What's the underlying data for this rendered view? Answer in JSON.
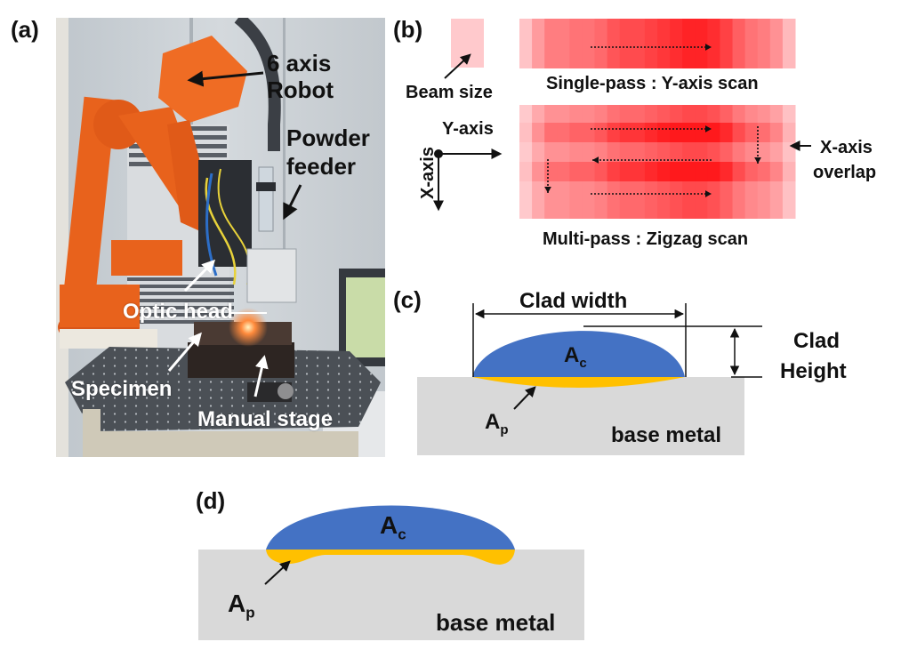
{
  "figure": {
    "panels": {
      "a": {
        "label": "(a)",
        "type": "photograph",
        "description": "Laser cladding setup with robot",
        "annotations": {
          "robot": "6 axis",
          "robot_line2": "Robot",
          "powder": "Powder",
          "powder_line2": "feeder",
          "optic_head": "Optic head",
          "specimen": "Specimen",
          "manual_stage": "Manual stage"
        }
      },
      "b": {
        "label": "(b)",
        "beam_size": "Beam size",
        "single_pass_caption": "Single-pass : Y-axis scan",
        "multi_pass_caption": "Multi-pass : Zigzag scan",
        "y_axis": "Y-axis",
        "x_axis": "X-axis",
        "overlap_line1": "X-axis",
        "overlap_line2": "overlap",
        "colors": {
          "beam": "#ffc9cc",
          "scan_light": "#ffd6d8",
          "scan_mid": "#ff8c8e",
          "scan_strong": "#ff2a2a"
        }
      },
      "c": {
        "label": "(c)",
        "clad_width": "Clad width",
        "clad_height_line1": "Clad",
        "clad_height_line2": "Height",
        "ac_main": "A",
        "ac_sub": "c",
        "ap_main": "A",
        "ap_sub": "p",
        "base_metal": "base metal"
      },
      "d": {
        "label": "(d)",
        "ac_main": "A",
        "ac_sub": "c",
        "ap_main": "A",
        "ap_sub": "p",
        "base_metal": "base metal"
      }
    },
    "colors": {
      "clad": "#4472c4",
      "penetration": "#ffc000",
      "base_metal": "#d9d9d9",
      "robot_orange": "#e8621c"
    }
  }
}
